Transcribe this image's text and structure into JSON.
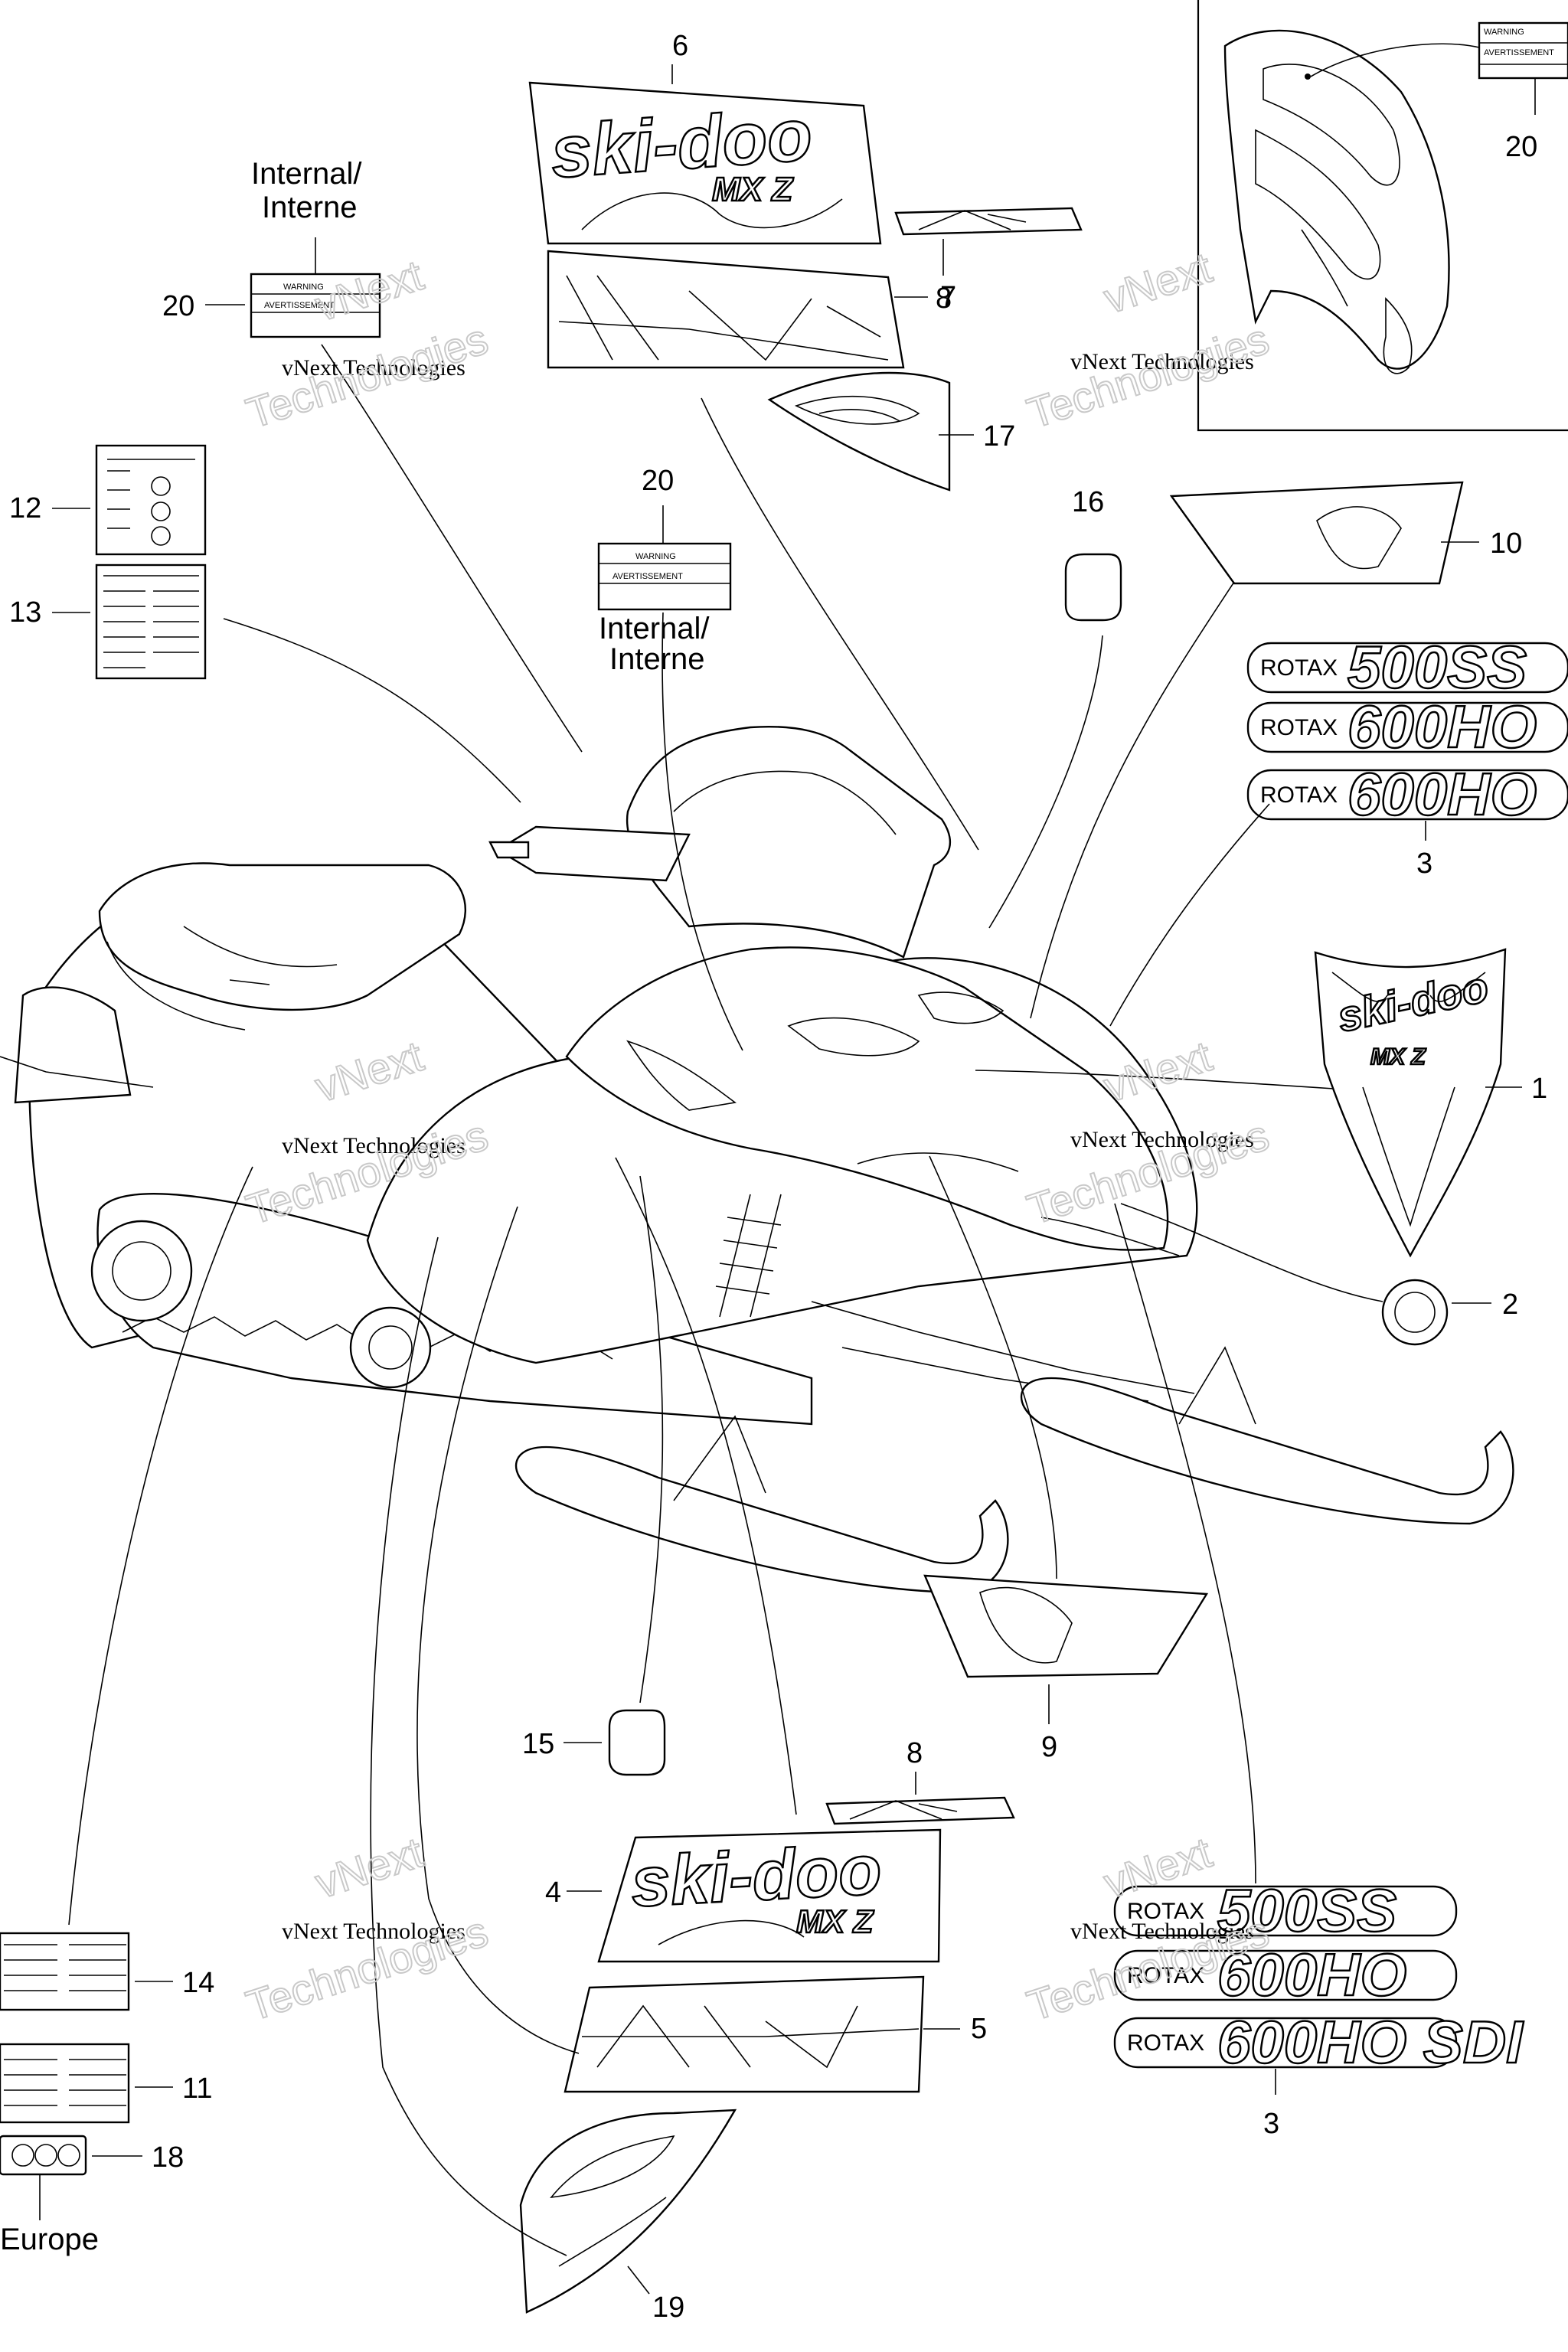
{
  "labels": {
    "internal_top": [
      "Internal/",
      "Interne"
    ],
    "internal_mid": [
      "Internal/",
      "Interne"
    ],
    "europe": "Europe"
  },
  "callouts": [
    "1",
    "2",
    "3",
    "3",
    "4",
    "5",
    "6",
    "7",
    "8",
    "8",
    "9",
    "10",
    "11",
    "12",
    "13",
    "14",
    "15",
    "16",
    "17",
    "18",
    "19",
    "20",
    "20",
    "20"
  ],
  "watermark": {
    "line1": "vNext Technologies",
    "line2": "vNext",
    "line3": "Technologies"
  },
  "decals": {
    "brand": "ski-doo",
    "brand_sub": "MX Z",
    "rotax": "ROTAX",
    "engines": [
      "500SS",
      "600HO",
      "600HO SDI"
    ],
    "warning": "WARNING",
    "avertissement": "AVERTISSEMENT"
  }
}
